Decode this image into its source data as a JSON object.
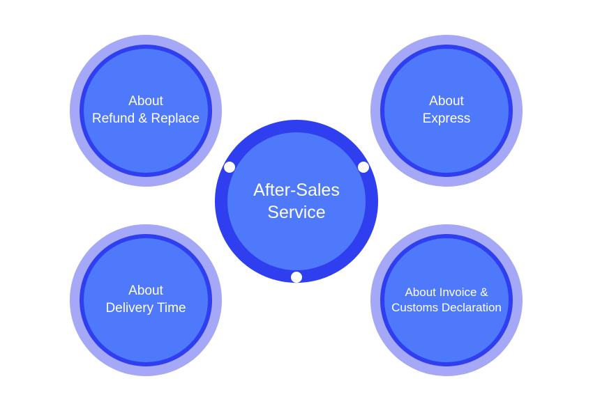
{
  "hub": {
    "lines": [
      "After-Sales",
      "Service"
    ]
  },
  "nodes": {
    "top_left": {
      "lines": [
        "About",
        "Refund & Replace"
      ]
    },
    "top_right": {
      "lines": [
        "About",
        "Express"
      ]
    },
    "bottom_left": {
      "lines": [
        "About",
        "Delivery Time"
      ]
    },
    "bottom_right": {
      "lines": [
        "About Invoice &",
        "Customs Declaration"
      ]
    }
  },
  "colors": {
    "outer_ring": "#a5a8f6",
    "dark_ring": "#2f3ff0",
    "fill": "#4f79fb",
    "text": "#ffffff"
  }
}
